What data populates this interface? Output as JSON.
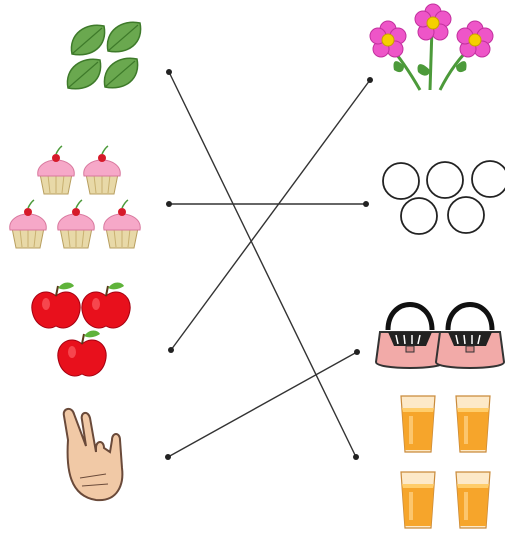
{
  "worksheet": {
    "task": "match-by-count",
    "left_column": [
      {
        "id": "leaves",
        "picture": "leaf-icon",
        "count": 4
      },
      {
        "id": "cupcakes",
        "picture": "cupcake-icon",
        "count": 5
      },
      {
        "id": "apples",
        "picture": "apple-icon",
        "count": 3
      },
      {
        "id": "fingers",
        "picture": "hand-two-fingers-icon",
        "count": 2
      }
    ],
    "right_column": [
      {
        "id": "flowers",
        "picture": "flower-icon",
        "count": 3
      },
      {
        "id": "rings",
        "picture": "ring-icon",
        "count": 5
      },
      {
        "id": "purses",
        "picture": "purse-icon",
        "count": 2
      },
      {
        "id": "juice-glasses",
        "picture": "juice-glass-icon",
        "count": 4
      }
    ],
    "connections": [
      {
        "from": "leaves",
        "to": "juice-glasses"
      },
      {
        "from": "cupcakes",
        "to": "rings"
      },
      {
        "from": "apples",
        "to": "flowers"
      },
      {
        "from": "fingers",
        "to": "purses"
      }
    ],
    "colors": {
      "leaf": "#6aa84f",
      "leaf_dark": "#3e7a2a",
      "cupcake_cup": "#e8d9a8",
      "cupcake_frosting": "#f6a8c8",
      "cherry": "#d61a2a",
      "apple": "#e8101c",
      "flower": "#ee55c8",
      "flower_center": "#f5d000",
      "stem": "#4c9a3a",
      "purse": "#f2aaa8",
      "juice": "#f6a52b",
      "skin": "#f1c9a6",
      "line": "#333333"
    }
  }
}
